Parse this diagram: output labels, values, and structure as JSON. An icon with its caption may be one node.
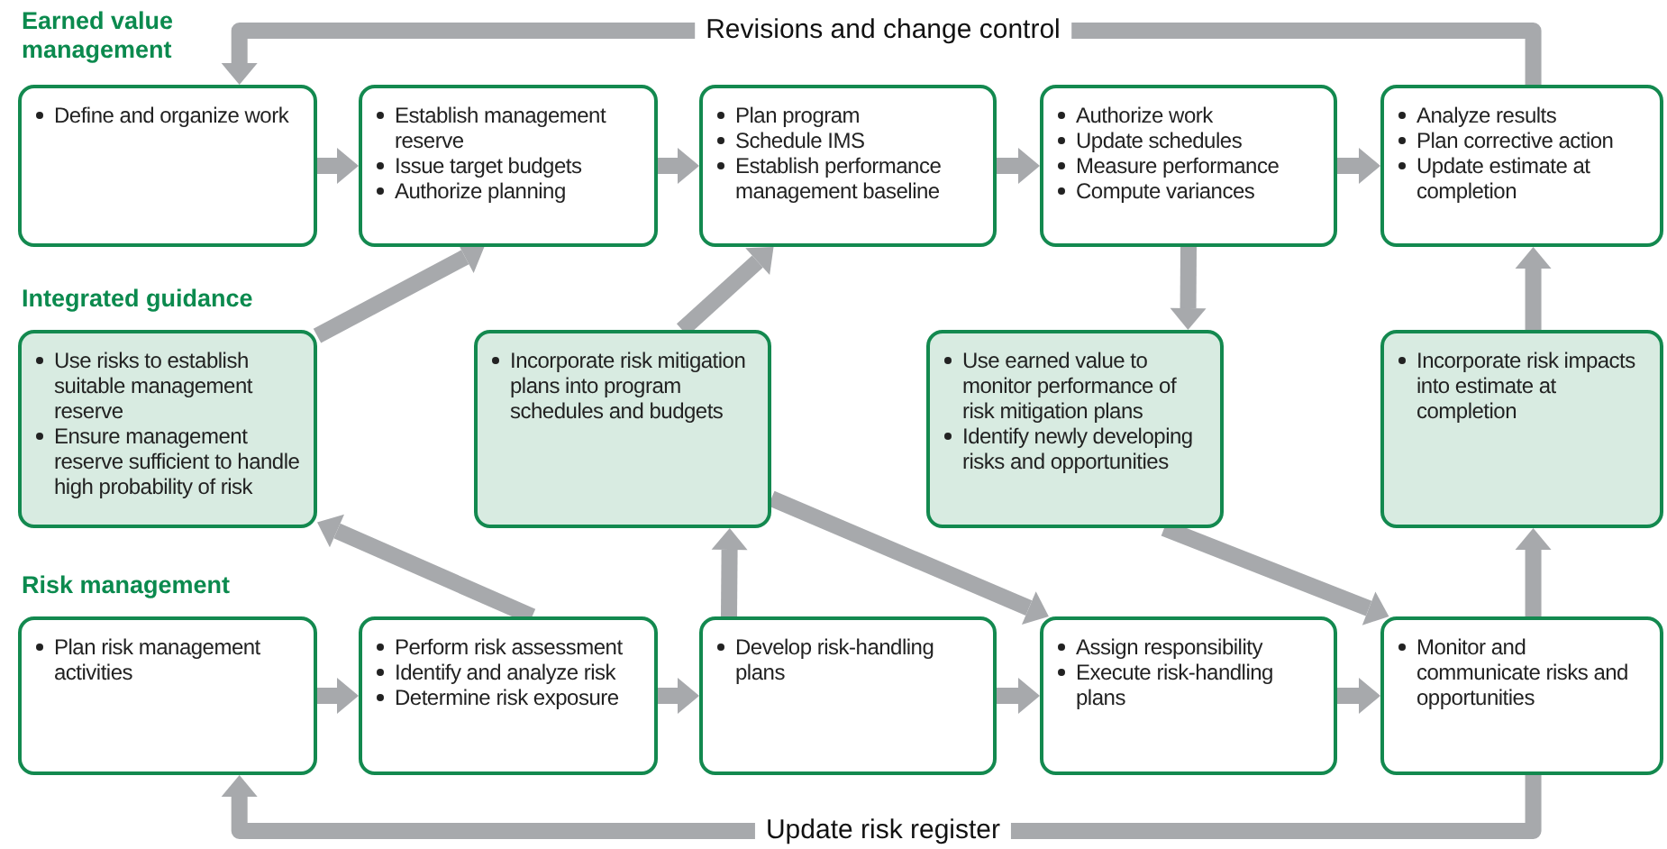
{
  "diagram": {
    "nodes": [
      {
        "text": [
          "Define and organize work"
        ]
      },
      {
        "text": [
          "Establish management reserve",
          "Issue target budgets",
          "Authorize planning"
        ]
      },
      {
        "text": [
          "Plan program",
          "Schedule IMS",
          "Establish performance management baseline"
        ]
      },
      {
        "text": [
          "Authorize work",
          "Update schedules",
          "Measure performance",
          "Compute variances"
        ]
      },
      {
        "text": [
          "Analyze results",
          "Plan corrective action",
          "Update estimate at completion"
        ]
      },
      {
        "text": [
          "Use risks to establish suitable management reserve",
          "Ensure management reserve sufficient to handle high probability of risk"
        ]
      },
      {
        "text": [
          "Incorporate risk mitigation plans into program schedules and budgets"
        ]
      },
      {
        "text": [
          "Use earned value to monitor performance of risk mitigation plans",
          "Identify newly developing risks and opportunities"
        ]
      },
      {
        "text": [
          "Incorporate risk impacts into estimate at completion"
        ]
      },
      {
        "text": [
          "Plan risk management activities"
        ]
      },
      {
        "text": [
          "Perform risk assessment",
          "Identify and analyze risk",
          "Determine risk exposure"
        ]
      },
      {
        "text": [
          "Develop risk-handling plans"
        ]
      },
      {
        "text": [
          "Assign responsibility",
          "Execute risk-handling plans"
        ]
      },
      {
        "text": [
          "Monitor and communicate risks and opportunities"
        ]
      }
    ],
    "edges": [
      {
        "from": 0,
        "to": 1,
        "arrow": "to"
      },
      {
        "from": 1,
        "to": 2,
        "arrow": "to"
      },
      {
        "from": 2,
        "to": 3,
        "arrow": "to"
      },
      {
        "from": 3,
        "to": 4,
        "arrow": "to"
      },
      {
        "from": 4,
        "to": 0,
        "arrow": "to",
        "label": "Revisions and change control"
      },
      {
        "from": 5,
        "to": 1,
        "arrow": "to"
      },
      {
        "from": 6,
        "to": 2,
        "arrow": "to"
      },
      {
        "from": 3,
        "to": 7,
        "arrow": "to"
      },
      {
        "from": 8,
        "to": 4,
        "arrow": "to"
      },
      {
        "from": 10,
        "to": 5,
        "arrow": "to"
      },
      {
        "from": 11,
        "to": 6,
        "arrow": "to"
      },
      {
        "from": 6,
        "to": 12,
        "arrow": "to"
      },
      {
        "from": 7,
        "to": 13,
        "arrow": "to"
      },
      {
        "from": 13,
        "to": 8,
        "arrow": "to"
      },
      {
        "from": 9,
        "to": 10,
        "arrow": "to"
      },
      {
        "from": 10,
        "to": 11,
        "arrow": "to"
      },
      {
        "from": 11,
        "to": 12,
        "arrow": "to"
      },
      {
        "from": 12,
        "to": 13,
        "arrow": "to"
      },
      {
        "from": 13,
        "to": 9,
        "arrow": "to",
        "label": "Update risk register"
      }
    ],
    "labels": [
      "Earned value management",
      "Integrated guidance",
      "Risk management"
    ]
  }
}
